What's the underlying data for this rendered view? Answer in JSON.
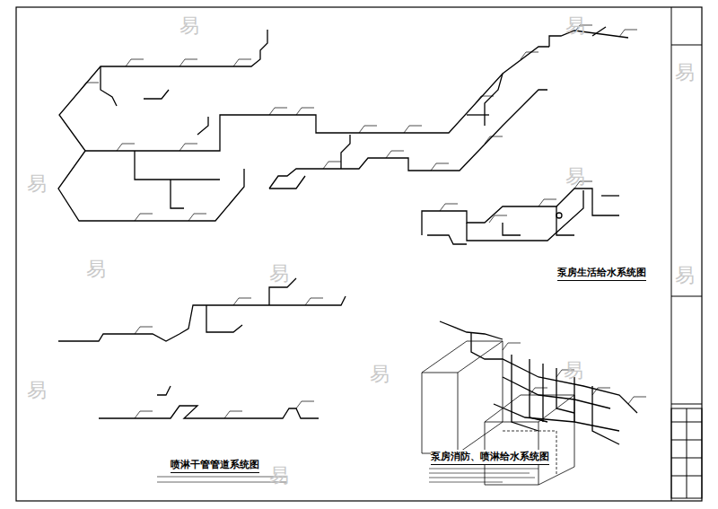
{
  "diagram": {
    "labels": [
      "泵房生活给水系统图",
      "喷淋干管管道系统图",
      "泵房消防、喷淋给水系统图",
      "易",
      "易",
      "易",
      "易",
      "易",
      "易",
      "易",
      "易",
      "易",
      "易",
      "易",
      "易"
    ]
  }
}
